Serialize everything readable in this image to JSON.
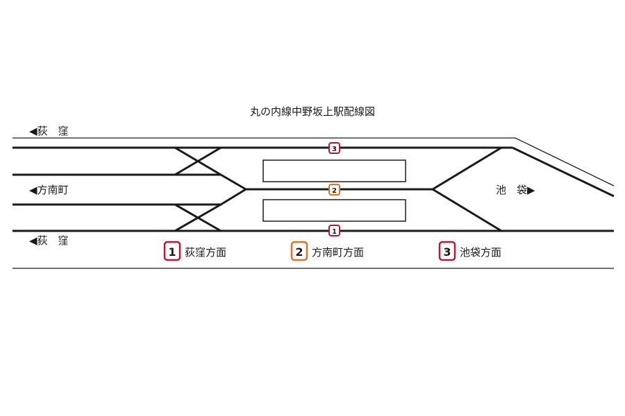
{
  "title": "丸の内線中野坂上駅配線図",
  "directions": {
    "ogikubo_top": "◀荻　窪",
    "honancho": "◀方南町",
    "ogikubo_bottom": "◀荻　窪",
    "ikebukuro": "池　袋▶"
  },
  "track_numbers": {
    "top": "3",
    "middle": "2",
    "bottom": "1"
  },
  "legend": [
    {
      "number": "1",
      "label": "荻窪方面",
      "color": "#c8102e"
    },
    {
      "number": "2",
      "label": "方南町方面",
      "color": "#e36f1e"
    },
    {
      "number": "3",
      "label": "池袋方面",
      "color": "#c8102e"
    }
  ],
  "colors": {
    "line": "#1a1a1a",
    "red": "#c8102e",
    "orange": "#e36f1e"
  }
}
